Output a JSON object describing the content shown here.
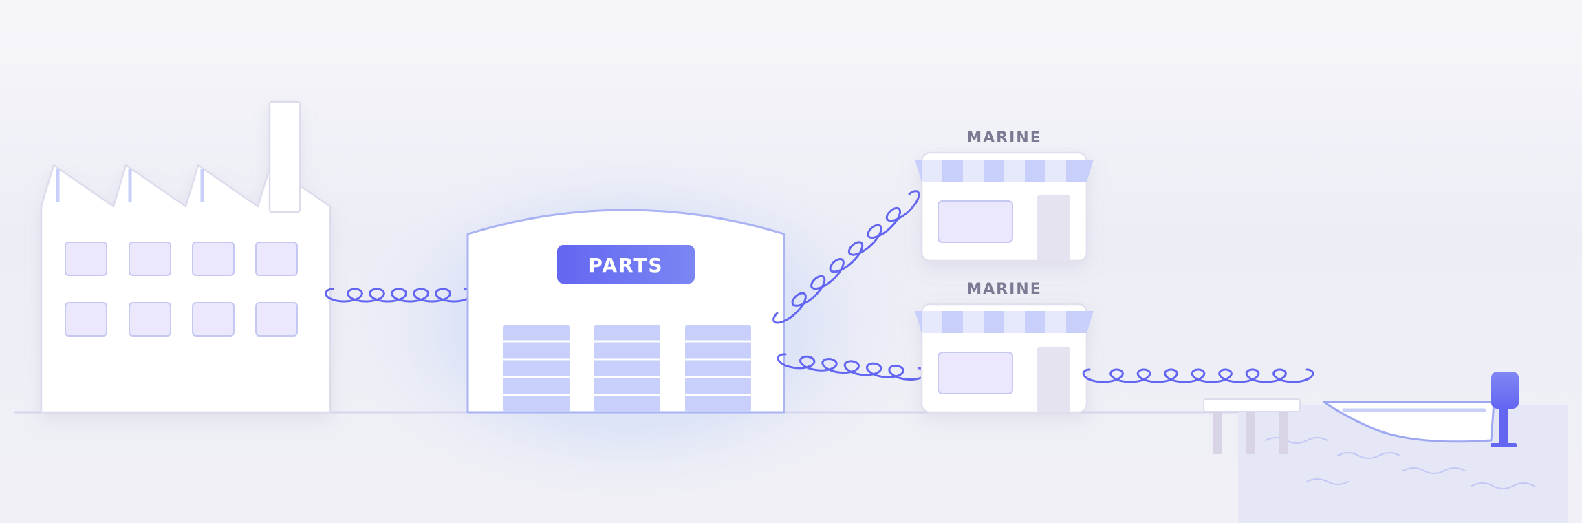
{
  "warehouse": {
    "sign_label": "PARTS"
  },
  "stores": [
    {
      "sign_label": "MARINE"
    },
    {
      "sign_label": "MARINE"
    }
  ],
  "colors": {
    "accent": "#6366f1",
    "accent_light": "#c7cffa",
    "window_fill": "#ebe8fd",
    "window_stroke": "#c5c8f0",
    "label_text": "#7a7a92",
    "glow": "#c9d7f7"
  },
  "icons": {
    "factory": "factory-icon",
    "warehouse": "warehouse-icon",
    "store": "storefront-icon",
    "dock": "dock-icon",
    "boat": "boat-icon",
    "motor": "outboard-motor-icon"
  }
}
